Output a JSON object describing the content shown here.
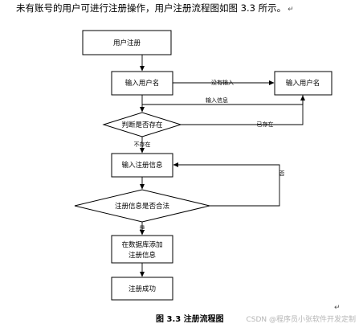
{
  "intro_text": "未有账号的用户可进行注册操作，用户注册流程图如图 3.3 所示。",
  "paragraph_mark": "↵",
  "diagram": {
    "nodes": {
      "user_register": "用户注册",
      "input_username": "输入用户名",
      "input_username_right": "输入用户名",
      "check_exists": "判断是否存在",
      "input_register_info": "输入注册信息",
      "check_valid": "注册信息是否合法",
      "db_add_line1": "在数据库添加",
      "db_add_line2": "注册信息",
      "register_success": "注册成功"
    },
    "edges": {
      "no_input": "没有输入",
      "input_info": "输入信息",
      "exists": "已存在",
      "not_exists": "不存在",
      "no": "否",
      "yes": "是"
    }
  },
  "caption": "图 3.3 注册流程图",
  "watermark": "CSDN @程序员小张软件开发定制"
}
